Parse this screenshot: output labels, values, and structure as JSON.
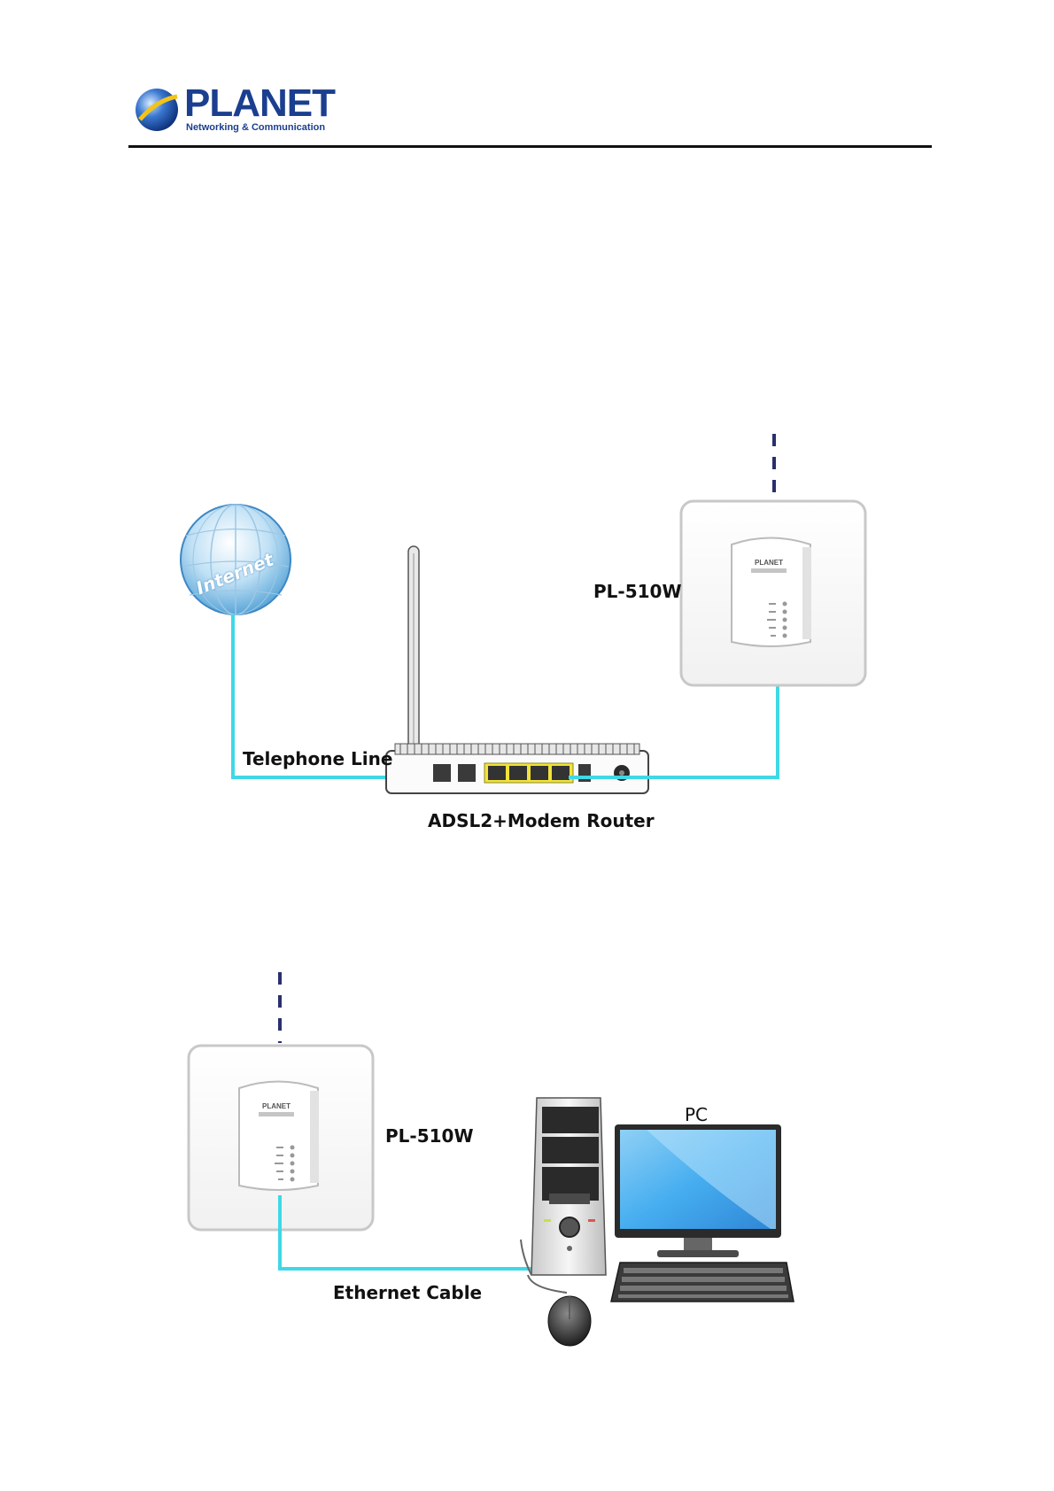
{
  "header": {
    "brand_name": "PLANET",
    "brand_tagline": "Networking & Communication"
  },
  "diagram1": {
    "globe_label": "Internet",
    "telephone_label": "Telephone Line",
    "router_label": "ADSL2+Modem Router",
    "device_label": "PL-510W"
  },
  "diagram2": {
    "device_label": "PL-510W",
    "pc_label": "PC",
    "cable_label": "Ethernet Cable"
  },
  "colors": {
    "cable": "#3fd8e6",
    "powerline_dash": "#2a2f6e",
    "brand_blue": "#1b3f8f",
    "port_yellow": "#f2e23a"
  }
}
